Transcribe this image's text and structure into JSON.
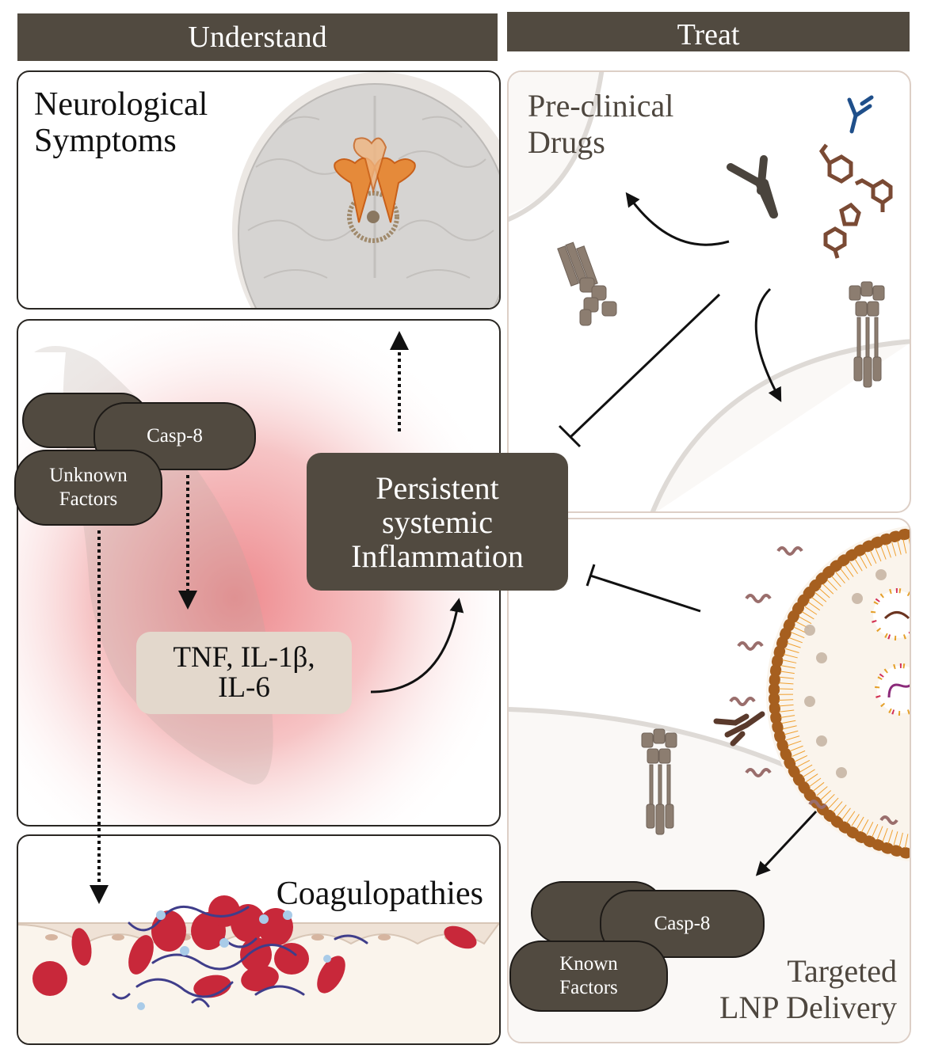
{
  "headers": {
    "understand": "Understand",
    "treat": "Treat"
  },
  "understand": {
    "neuro": {
      "title_line1": "Neurological",
      "title_line2": "Symptoms",
      "illustration": "brain-icon"
    },
    "inflammation_panel": {
      "complex": {
        "blank_pill": "",
        "casp8": "Casp-8",
        "unknown_line1": "Unknown",
        "unknown_line2": "Factors"
      },
      "cytokines": {
        "line1": "TNF, IL-1β,",
        "line2": "IL-6"
      }
    },
    "coag": {
      "title": "Coagulopathies",
      "illustration": "blood-clot-icon"
    }
  },
  "center": {
    "line1": "Persistent",
    "line2": "systemic",
    "line3": "Inflammation"
  },
  "treat": {
    "preclinical": {
      "title_line1": "Pre-clinical",
      "title_line2": "Drugs",
      "icons": [
        "antibody-icon",
        "small-molecule-icon",
        "receptor-icon"
      ]
    },
    "lnp": {
      "title_line1": "Targeted",
      "title_line2": "LNP Delivery",
      "complex": {
        "casp8": "Casp-8",
        "known_line1": "Known",
        "known_line2": "Factors"
      },
      "icons": [
        "lipid-nanoparticle-icon",
        "antibody-icon",
        "receptor-icon"
      ]
    }
  },
  "colors": {
    "header_bg": "#514a40",
    "pill_bg": "#514a40",
    "cytokine_bg": "#e3d8cc",
    "inflammation_glow": "#ee8a8e",
    "rbc": "#c8283a",
    "fibrin": "#3f3d8a",
    "lnp_head": "#a65f1f",
    "antibody_blue": "#1f4f8a",
    "molecule_brown": "#7a4a34"
  }
}
